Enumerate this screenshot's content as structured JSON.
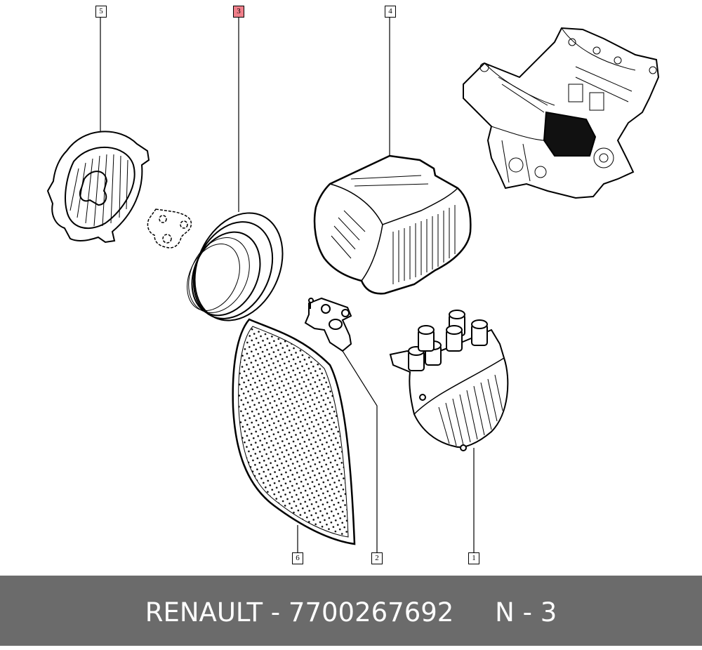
{
  "callouts": [
    {
      "id": "5",
      "label": "5"
    },
    {
      "id": "3",
      "label": "3",
      "highlighted": true
    },
    {
      "id": "4",
      "label": "4"
    },
    {
      "id": "6",
      "label": "6"
    },
    {
      "id": "2",
      "label": "2"
    },
    {
      "id": "1",
      "label": "1"
    }
  ],
  "highlight_color": "#f07f8a",
  "footer": {
    "brand": "RENAULT",
    "separator": " - ",
    "part_number": "7700267692",
    "gap": "     ",
    "position_label": "N - 3"
  },
  "footer_color": "#6b6b6b"
}
